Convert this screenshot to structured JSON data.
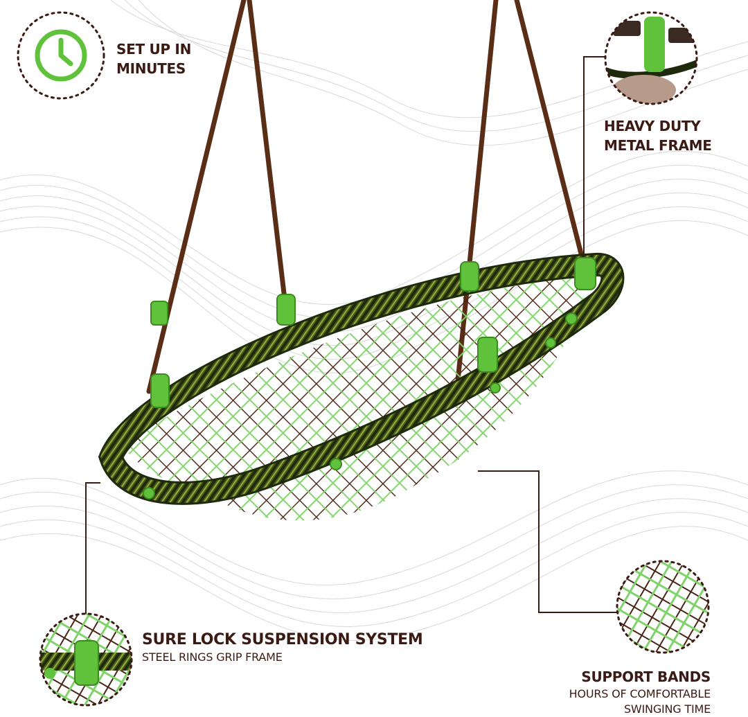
{
  "features": {
    "setup": {
      "title_line1": "SET UP IN",
      "title_line2": "MINUTES",
      "icon": "clock-icon"
    },
    "frame": {
      "title_line1": "HEAVY DUTY",
      "title_line2": "METAL FRAME"
    },
    "lock": {
      "title": "SURE LOCK SUSPENSION SYSTEM",
      "subtitle": "STEEL RINGS GRIP FRAME"
    },
    "support": {
      "title": "SUPPORT BANDS",
      "subtitle_line1": "HOURS OF COMFORTABLE",
      "subtitle_line2": "SWINGING TIME"
    }
  },
  "colors": {
    "text": "#3b1a14",
    "accent_green": "#5fc23a",
    "rope_brown": "#5a2d17",
    "net_green": "#7fd36a",
    "background": "#ffffff"
  }
}
